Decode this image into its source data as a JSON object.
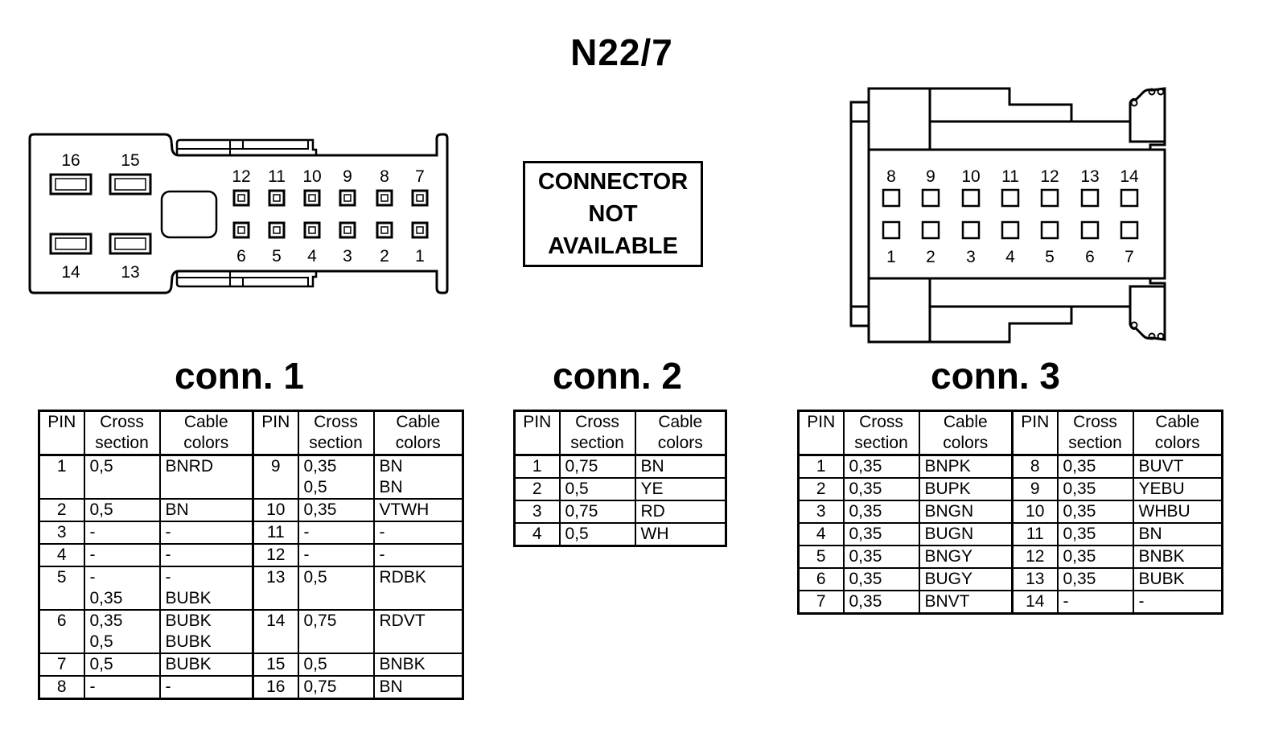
{
  "title": "N22/7",
  "connectors": [
    {
      "label": "conn. 1",
      "headers": [
        "PIN",
        "Cross section",
        "Cable colors",
        "PIN",
        "Cross section",
        "Cable colors"
      ],
      "rows": [
        {
          "pin_a": "1",
          "cs_a": "0,5",
          "col_a": "BNRD",
          "pin_b": "9",
          "cs_b": "0,35\n0,5",
          "col_b": "BN\nBN"
        },
        {
          "pin_a": "2",
          "cs_a": "0,5",
          "col_a": "BN",
          "pin_b": "10",
          "cs_b": "0,35",
          "col_b": "VTWH"
        },
        {
          "pin_a": "3",
          "cs_a": "-",
          "col_a": "-",
          "pin_b": "11",
          "cs_b": "-",
          "col_b": "-"
        },
        {
          "pin_a": "4",
          "cs_a": "-",
          "col_a": "-",
          "pin_b": "12",
          "cs_b": "-",
          "col_b": "-"
        },
        {
          "pin_a": "5",
          "cs_a": "-\n0,35",
          "col_a": "-\nBUBK",
          "pin_b": "13",
          "cs_b": "0,5",
          "col_b": "RDBK"
        },
        {
          "pin_a": "6",
          "cs_a": "0,35\n0,5",
          "col_a": "BUBK\nBUBK",
          "pin_b": "14",
          "cs_b": "0,75",
          "col_b": "RDVT"
        },
        {
          "pin_a": "7",
          "cs_a": "0,5",
          "col_a": "BUBK",
          "pin_b": "15",
          "cs_b": "0,5",
          "col_b": "BNBK"
        },
        {
          "pin_a": "8",
          "cs_a": "-",
          "col_a": "-",
          "pin_b": "16",
          "cs_b": "0,75",
          "col_b": "BN"
        }
      ],
      "diagram": {
        "large_pins": [
          "16",
          "15",
          "14",
          "13"
        ],
        "top_row": [
          "12",
          "11",
          "10",
          "9",
          "8",
          "7"
        ],
        "bottom_row": [
          "6",
          "5",
          "4",
          "3",
          "2",
          "1"
        ]
      }
    },
    {
      "label": "conn. 2",
      "headers": [
        "PIN",
        "Cross section",
        "Cable colors"
      ],
      "rows": [
        {
          "pin": "1",
          "cs": "0,75",
          "col": "BN"
        },
        {
          "pin": "2",
          "cs": "0,5",
          "col": "YE"
        },
        {
          "pin": "3",
          "cs": "0,75",
          "col": "RD"
        },
        {
          "pin": "4",
          "cs": "0,5",
          "col": "WH"
        }
      ],
      "not_available_lines": [
        "CONNECTOR",
        "NOT",
        "AVAILABLE"
      ]
    },
    {
      "label": "conn. 3",
      "headers": [
        "PIN",
        "Cross section",
        "Cable colors",
        "PIN",
        "Cross section",
        "Cable colors"
      ],
      "rows": [
        {
          "pin_a": "1",
          "cs_a": "0,35",
          "col_a": "BNPK",
          "pin_b": "8",
          "cs_b": "0,35",
          "col_b": "BUVT"
        },
        {
          "pin_a": "2",
          "cs_a": "0,35",
          "col_a": "BUPK",
          "pin_b": "9",
          "cs_b": "0,35",
          "col_b": "YEBU"
        },
        {
          "pin_a": "3",
          "cs_a": "0,35",
          "col_a": "BNGN",
          "pin_b": "10",
          "cs_b": "0,35",
          "col_b": "WHBU"
        },
        {
          "pin_a": "4",
          "cs_a": "0,35",
          "col_a": "BUGN",
          "pin_b": "11",
          "cs_b": "0,35",
          "col_b": "BN"
        },
        {
          "pin_a": "5",
          "cs_a": "0,35",
          "col_a": "BNGY",
          "pin_b": "12",
          "cs_b": "0,35",
          "col_b": "BNBK"
        },
        {
          "pin_a": "6",
          "cs_a": "0,35",
          "col_a": "BUGY",
          "pin_b": "13",
          "cs_b": "0,35",
          "col_b": "BUBK"
        },
        {
          "pin_a": "7",
          "cs_a": "0,35",
          "col_a": "BNVT",
          "pin_b": "14",
          "cs_b": "-",
          "col_b": "-"
        }
      ],
      "diagram": {
        "top_row": [
          "8",
          "9",
          "10",
          "11",
          "12",
          "13",
          "14"
        ],
        "bottom_row": [
          "1",
          "2",
          "3",
          "4",
          "5",
          "6",
          "7"
        ]
      }
    }
  ]
}
